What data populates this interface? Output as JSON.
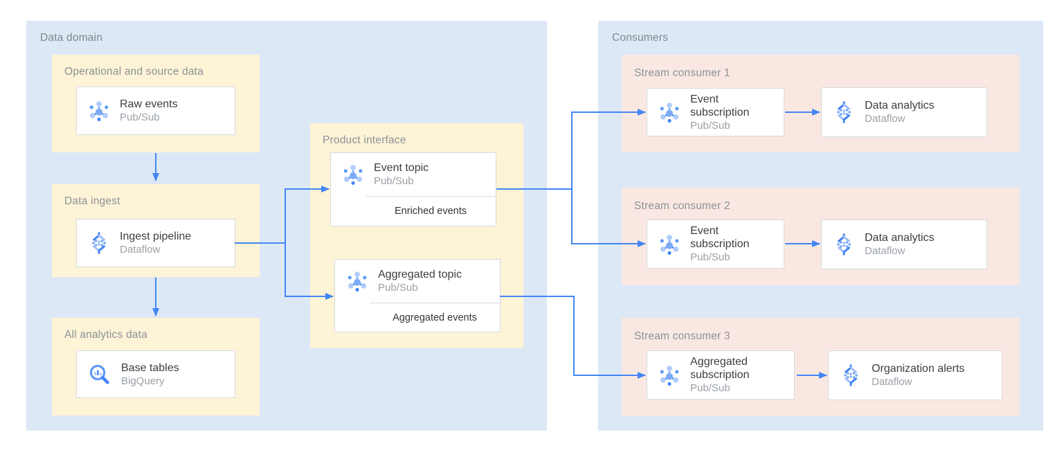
{
  "palette": {
    "container_blue": "#dde8f6",
    "group_yellow": "#fdf3d6",
    "group_pink": "#f9e8e2",
    "arrow_blue": "#4285f4",
    "card_border": "#d7d9dd",
    "label_gray": "#8d9298",
    "title_dark": "#3a3d40",
    "subtitle_gray": "#9aa0a6"
  },
  "icons": {
    "pubsub": "pubsub-icon",
    "dataflow": "dataflow-icon",
    "bigquery": "bigquery-icon"
  },
  "data_domain": {
    "label": "Data domain",
    "operational": {
      "label": "Operational and source data",
      "title": "Raw events",
      "product": "Pub/Sub"
    },
    "ingest": {
      "label": "Data ingest",
      "title": "Ingest pipeline",
      "product": "Dataflow"
    },
    "analytics": {
      "label": "All analytics data",
      "title": "Base tables",
      "product": "BigQuery"
    },
    "product_interface": {
      "label": "Product interface",
      "event_topic": {
        "title": "Event topic",
        "product": "Pub/Sub",
        "note": "Enriched events"
      },
      "aggregated_topic": {
        "title": "Aggregated topic",
        "product": "Pub/Sub",
        "note": "Aggregated events"
      }
    }
  },
  "consumers": {
    "label": "Consumers",
    "stream1": {
      "label": "Stream consumer 1",
      "subscription": {
        "title": "Event subscription",
        "product": "Pub/Sub"
      },
      "processor": {
        "title": "Data analytics",
        "product": "Dataflow"
      }
    },
    "stream2": {
      "label": "Stream consumer 2",
      "subscription": {
        "title": "Event subscription",
        "product": "Pub/Sub"
      },
      "processor": {
        "title": "Data analytics",
        "product": "Dataflow"
      }
    },
    "stream3": {
      "label": "Stream consumer 3",
      "subscription": {
        "title": "Aggregated subscription",
        "product": "Pub/Sub"
      },
      "processor": {
        "title": "Organization alerts",
        "product": "Dataflow"
      }
    }
  }
}
